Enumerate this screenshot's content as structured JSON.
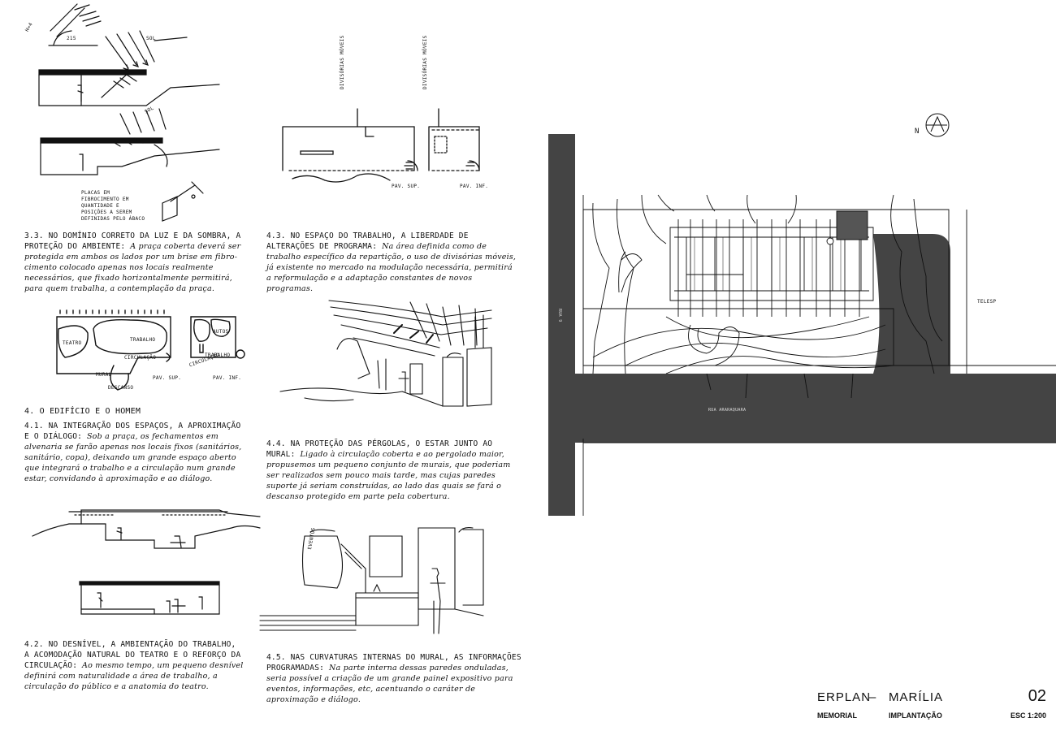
{
  "sections": {
    "s33": {
      "heading": "3.3. NO DOMÍNIO CORRETO DA LUZ E DA SOMBRA, A PROTEÇÃO DO AMBIENTE:",
      "body": "A praça coberta deverá ser protegida em ambos os lados por um brise em fibro-cimento colocado apenas nos locais realmente necessários, que fixado horizontalmente permitirá, para quem trabalha, a contemplação da praça."
    },
    "s43": {
      "heading": "4.3. NO ESPAÇO DO TRABALHO, A LIBERDADE DE ALTERAÇÕES DE PROGRAMA:",
      "body": "Na área definida como de trabalho específico da repartição, o uso de divisórias móveis, já existente no mercado na modulação necessária, permitirá a reformulação e a adaptação constantes de novos programas."
    },
    "s4": {
      "heading": "4. O EDIFÍCIO E O HOMEM"
    },
    "s41": {
      "heading": "4.1. NA INTEGRAÇÃO DOS ESPAÇOS, A APROXIMAÇÃO E O DIÁLOGO:",
      "body": "Sob a praça, os fechamentos em alvenaria se farão apenas nos locais fixos (sanitários, sanitário, copa), deixando um grande espaço aberto que integrará o trabalho e a circulação num grande estar, convidando à aproximação e ao diálogo."
    },
    "s44": {
      "heading": "4.4. NA PROTEÇÃO DAS PÉRGOLAS, O ESTAR JUNTO AO MURAL:",
      "body": "Ligado à circulação coberta e ao pergolado maior, propusemos um pequeno conjunto de murais, que poderiam ser realizados sem pouco mais tarde, mas cujas paredes suporte já seriam construídas, ao lado das quais se fará o descanso protegido em parte pela cobertura."
    },
    "s42": {
      "heading": "4.2. NO DESNÍVEL, A AMBIENTAÇÃO DO TRABALHO, A ACOMODAÇÃO NATURAL DO TEATRO E O REFORÇO DA CIRCULAÇÃO:",
      "body": "Ao mesmo tempo, um pequeno desnível definirá com naturalidade a área de trabalho, a circulação do público e a anatomia do teatro."
    },
    "s45": {
      "heading": "4.5. NAS CURVATURAS INTERNAS DO MURAL, AS INFORMAÇÕES PROGRAMADAS:",
      "body": "Na parte interna dessas paredes onduladas, seria possível a criação de um grande painel expositivo para eventos, informações, etc, acentuando o caráter de aproximação e diálogo."
    }
  },
  "labels": {
    "sol1": "SOL",
    "sol2": "SOL",
    "dim": "215",
    "hdim": "H=4",
    "brise_note": "PLACAS EM FIBROCIMENTO EM QUANTIDADE E POSIÇÕES A SEREM DEFINIDAS PELO ÁBACO",
    "div1": "DIVISÓRIAS MÓVEIS",
    "div2": "DIVISÓRIAS MÓVEIS",
    "pav_sup_1": "PAV. SUP.",
    "pav_inf_1": "PAV. INF.",
    "teatro": "TEATRO",
    "trabalho1": "TRABALHO",
    "circulacao1": "CIRCULAÇÃO",
    "mural": "MURAL",
    "descanso": "DESCANSO",
    "autos": "AUTOS",
    "trabalho2": "TRABALHO",
    "circulacao2": "CIRCULAÇÃO",
    "pav_sup_2": "PAV. SUP.",
    "pav_inf_2": "PAV. INF.",
    "eventos": "EVENTOS"
  },
  "plan": {
    "north": "N",
    "telesp": "TELESP",
    "rua_side": "RUA 9",
    "rua_bottom": "RUA ARARAQUARA"
  },
  "title_block": {
    "project": "ERPLAN",
    "dash": "–",
    "city": "MARÍLIA",
    "sheet": "02",
    "memorial": "MEMORIAL",
    "implantacao": "IMPLANTAÇÃO",
    "scale": "ESC 1:200"
  }
}
